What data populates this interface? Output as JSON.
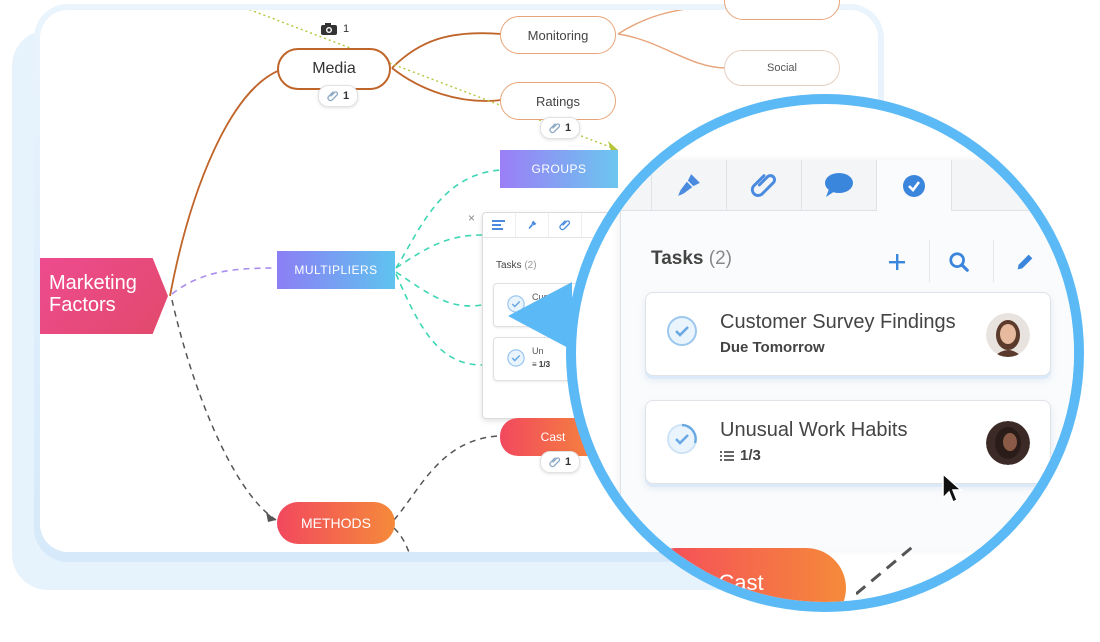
{
  "mindmap": {
    "root": "Marketing Factors",
    "nodes": {
      "media": "Media",
      "monitoring": "Monitoring",
      "social": "Social",
      "ratings": "Ratings",
      "groups": "GROUPS",
      "multipliers": "MULTIPLIERS",
      "cast": "Cast",
      "methods": "METHODS"
    },
    "badges": {
      "top_camera": "1",
      "media_attach": "1",
      "ratings_attach": "1",
      "cast_attach": "1"
    }
  },
  "task_panel_small": {
    "title": "Tasks",
    "count": "(2)",
    "task1_title": "Custom",
    "task1_due": "Due To",
    "task2_title": "Un",
    "task2_progress": "1/3"
  },
  "task_panel": {
    "tabs": [
      "text-lines-icon",
      "brush-icon",
      "paperclip-icon",
      "comment-icon",
      "check-circle-icon"
    ],
    "active_tab": "check-circle-icon",
    "title": "Tasks",
    "count": "(2)",
    "tasks": [
      {
        "title": "Customer Survey Findings",
        "subtitle": "Due Tomorrow"
      },
      {
        "title": "Unusual Work Habits",
        "progress": "1/3"
      }
    ],
    "cast_label": "Cast"
  },
  "colors": {
    "accent_blue": "#5bb9f6",
    "brown_link": "#c0652a",
    "teal_link": "#3fd6b5",
    "purple_link": "#a98ef0",
    "pink_root": "#e14a6b"
  }
}
